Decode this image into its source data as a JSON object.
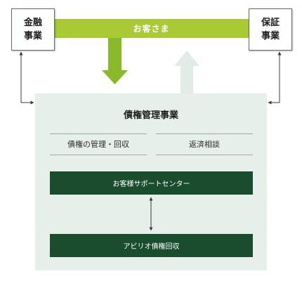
{
  "side_boxes": {
    "finance": "金融\n事業",
    "guarantee": "保証\n事業"
  },
  "customer_bar": {
    "label": "お客さま"
  },
  "main_panel": {
    "title": "債権管理事業",
    "sub_items": [
      "債権の管理・回収",
      "返済相談"
    ],
    "support_center": "お客様サポートセンター",
    "abilio": "アビリオ債権回収"
  },
  "colors": {
    "customer_bar": "#a9c935",
    "down_arrow": "#8ab92a",
    "up_arrow": "#e2ece6",
    "panel": "#e6efe9",
    "dark_bar": "#1a4d2e",
    "connector": "#3a3a3a"
  }
}
